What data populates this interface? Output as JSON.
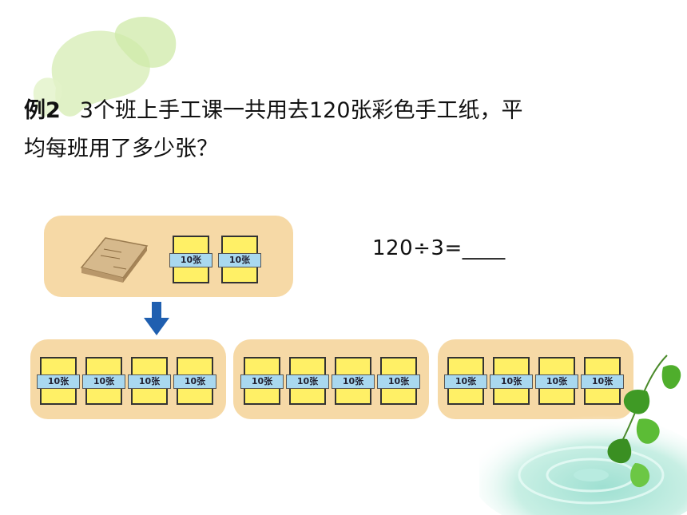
{
  "problem": {
    "tag": "例2",
    "line1": "3个班上手工课一共用去120张彩色手工纸，平",
    "line2": "均每班用了多少张？"
  },
  "equation": {
    "text": "120÷3=____"
  },
  "packet_label": "10张",
  "groups": {
    "top_packets": [
      "10张",
      "10张"
    ],
    "group1": [
      "10张",
      "10张",
      "10张",
      "10张"
    ],
    "group2": [
      "10张",
      "10张",
      "10张",
      "10张"
    ],
    "group3": [
      "10张",
      "10张",
      "10张",
      "10张"
    ]
  },
  "colors": {
    "panel": "#f6d9a6",
    "packet": "#fff066",
    "band": "#a9d8ef",
    "arrow": "#1f5fb0"
  }
}
